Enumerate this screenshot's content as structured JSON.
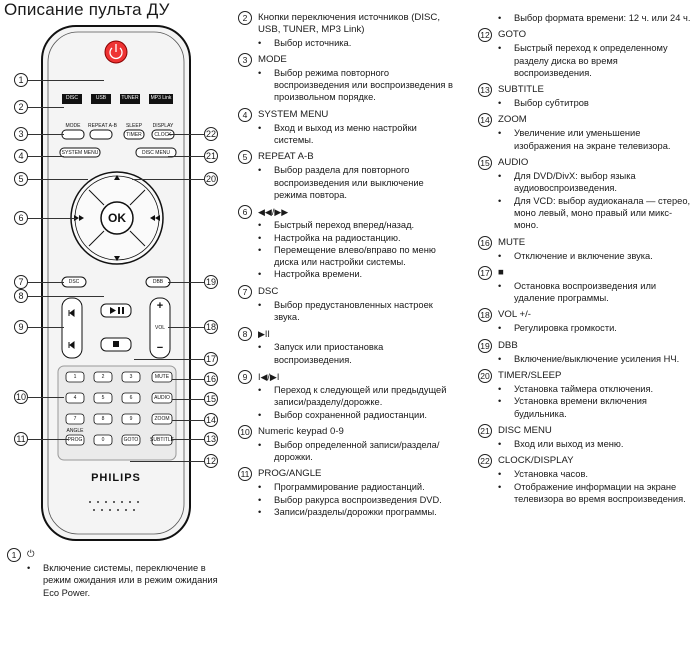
{
  "page_title": "Описание пульта ДУ",
  "remote": {
    "row1": [
      "DISC",
      "USB",
      "TUNER",
      "MP3 Link"
    ],
    "mode_label": "MODE",
    "repeat_label": "REPEAT A-B",
    "sleep_label": "SLEEP",
    "timer_label": "TIMER",
    "display_label": "DISPLAY",
    "clock_label": "CLOCK",
    "system_menu_label": "SYSTEM MENU",
    "disc_menu_label": "DISC MENU",
    "ok_label": "OK",
    "dsc_label": "DSC",
    "dbb_label": "DBB",
    "vol_label": "VOL",
    "vol_plus": "+",
    "vol_minus": "−",
    "keys": [
      "1",
      "2",
      "3",
      "4",
      "5",
      "6",
      "7",
      "8",
      "9",
      "0"
    ],
    "mute_label": "MUTE",
    "audio_label": "AUDIO",
    "zoom_label": "ZOOM",
    "subtitle_label": "SUBTITLE",
    "goto_label": "GOTO",
    "angle_label": "ANGLE",
    "prog_label": "PROG",
    "brand": "PHILIPS"
  },
  "callouts": {
    "n1": "1",
    "n2": "2",
    "n3": "3",
    "n4": "4",
    "n5": "5",
    "n6": "6",
    "n7": "7",
    "n8": "8",
    "n9": "9",
    "n10": "10",
    "n11": "11",
    "n12": "12",
    "n13": "13",
    "n14": "14",
    "n15": "15",
    "n16": "16",
    "n17": "17",
    "n18": "18",
    "n19": "19",
    "n20": "20",
    "n21": "21",
    "n22": "22"
  },
  "entries": {
    "e1": {
      "n": "1",
      "t": "⏻",
      "b": [
        "Включение системы, переключение в режим ожидания или в режим ожидания Eco Power."
      ]
    },
    "e2": {
      "n": "2",
      "t": "Кнопки переключения источников (DISC, USB, TUNER, MP3 Link)",
      "b": [
        "Выбор источника."
      ]
    },
    "e3": {
      "n": "3",
      "t": "MODE",
      "b": [
        "Выбор режима повторного воспроизведения или воспроизведения в произвольном порядке."
      ]
    },
    "e4": {
      "n": "4",
      "t": "SYSTEM MENU",
      "b": [
        "Вход и выход из меню настройки системы."
      ]
    },
    "e5": {
      "n": "5",
      "t": "REPEAT A-B",
      "b": [
        "Выбор раздела для повторного воспроизведения или выключение режима повтора."
      ]
    },
    "e6": {
      "n": "6",
      "t": "◀◀/▶▶",
      "b": [
        "Быстрый переход вперед/назад.",
        "Настройка на радиостанцию.",
        "Перемещение влево/вправо по меню диска или настройки системы.",
        "Настройка времени."
      ]
    },
    "e7": {
      "n": "7",
      "t": "DSC",
      "b": [
        "Выбор предустановленных настроек звука."
      ]
    },
    "e8": {
      "n": "8",
      "t": "▶II",
      "b": [
        "Запуск или приостановка воспроизведения."
      ]
    },
    "e9": {
      "n": "9",
      "t": "I◀/▶I",
      "b": [
        "Переход к следующей или предыдущей записи/разделу/дорожке.",
        "Выбор сохраненной радиостанции."
      ]
    },
    "e10": {
      "n": "10",
      "t": "Numeric keypad 0-9",
      "b": [
        "Выбор определенной записи/раздела/дорожки."
      ]
    },
    "e11": {
      "n": "11",
      "t": "PROG/ANGLE",
      "b": [
        "Программирование радиостанций.",
        "Выбор ракурса воспроизведения DVD.",
        "Записи/разделы/дорожки программы."
      ]
    },
    "e12": {
      "n": "12",
      "t": "GOTO",
      "b": [
        "Быстрый переход к определенному разделу диска во время воспроизведения."
      ]
    },
    "e13": {
      "n": "13",
      "t": "SUBTITLE",
      "b": [
        "Выбор субтитров"
      ]
    },
    "e14": {
      "n": "14",
      "t": "ZOOM",
      "b": [
        "Увеличение или уменьшение изображения на экране телевизора."
      ]
    },
    "e15": {
      "n": "15",
      "t": "AUDIO",
      "b": [
        "Для DVD/DivX: выбор языка аудиовоспроизведения.",
        "Для VCD: выбор аудиоканала — стерео, моно левый, моно правый или микс-моно."
      ]
    },
    "e16": {
      "n": "16",
      "t": "MUTE",
      "b": [
        "Отключение и включение звука."
      ]
    },
    "e17": {
      "n": "17",
      "t": "■",
      "b": [
        "Остановка воспроизведения или удаление программы."
      ]
    },
    "e18": {
      "n": "18",
      "t": "VOL +/-",
      "b": [
        "Регулировка громкости."
      ]
    },
    "e19": {
      "n": "19",
      "t": "DBB",
      "b": [
        "Включение/выключение усиления НЧ."
      ]
    },
    "e20": {
      "n": "20",
      "t": "TIMER/SLEEP",
      "b": [
        "Установка таймера отключения.",
        "Установка времени включения будильника."
      ]
    },
    "e21": {
      "n": "21",
      "t": "DISC MENU",
      "b": [
        "Вход или выход из меню."
      ]
    },
    "e22": {
      "n": "22",
      "t": "CLOCK/DISPLAY",
      "b": [
        "Установка часов.",
        "Отображение информации на экране телевизора во время воспроизведения."
      ]
    }
  },
  "bullet_char": "•",
  "format_bullet": "Выбор формата времени: 12 ч. или 24 ч."
}
